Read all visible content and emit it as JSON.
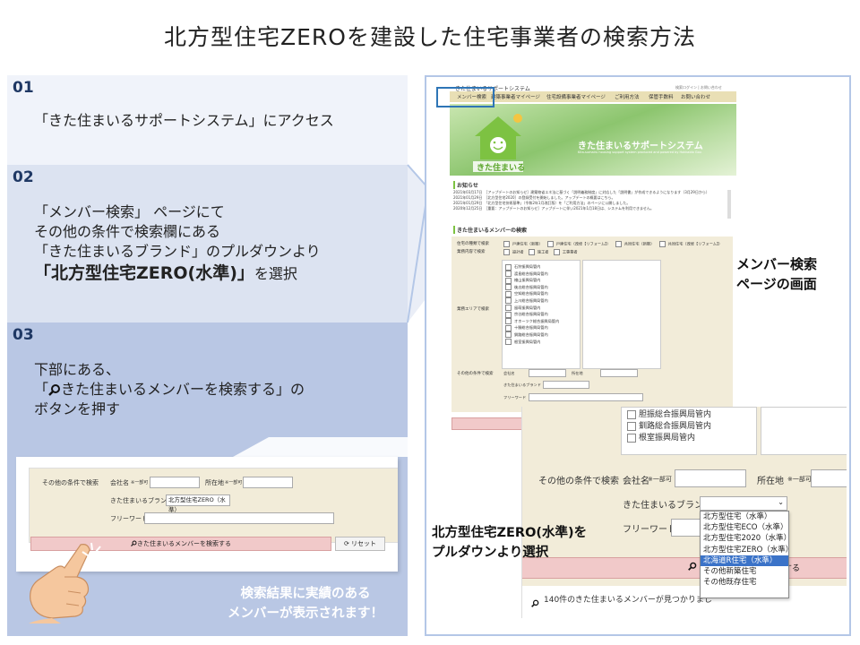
{
  "title": "北方型住宅ZEROを建設した住宅事業者の検索方法",
  "steps": [
    {
      "num": "01",
      "lines": [
        "「きた住まいるサポートシステム」にアクセス"
      ]
    },
    {
      "num": "02",
      "lines": [
        "「メンバー検索」 ページにて",
        "その他の条件で検索欄にある",
        "「きた住まいるブランド」のプルダウンより"
      ],
      "emph": "「北方型住宅ZERO(水準)」",
      "emph_suffix": "を選択"
    },
    {
      "num": "03",
      "lines": [
        "下部にある、",
        "「",
        "きた住まいるメンバーを検索する」の",
        "ボタンを押す"
      ]
    }
  ],
  "site": {
    "header_title": "きた住まいるサポートシステム",
    "header_right": "検索ログイン | お問い合わせ",
    "nav": [
      "メンバー検索",
      "建築事業者マイページ",
      "住宅設備事業者マイページ",
      "ご利用方法",
      "保管手数料",
      "お問い合わせ"
    ],
    "banner_title": "きた住まいるサポートシステム",
    "banner_sub": "Kita-sumairu housing support system produced and powered by Hokkaido Gov.",
    "logo_text": "きた住まいる",
    "news_heading": "お知らせ",
    "news": [
      "2021年03月17日　［アップデートのお知らせ］建築物省エネ法に基づく「説明義務制度」に対応した「説明書」が作成できるようになります（3月29日から）",
      "2021年01月29日　［北方型住宅2020］の登録受付を開始しました。アップデートの概要はこちら。",
      "2021年01月29日　「北方型住宅技術基準」（令和2年1月改訂版）を「ご利用方法」のページに公開しました。",
      "2020年12月25日　［重要：アップデートのお知らせ］アップデートに伴い2021年1月18日は、システムを利用できません。"
    ],
    "search_heading": "きた住まいるメンバーの検索",
    "row1_label": "住宅の種類で検索",
    "row1_opts": [
      "戸建住宅（新築）",
      "戸建住宅（改修【リフォーム】）",
      "共同住宅（新築）",
      "共同住宅（改修【リフォーム】）"
    ],
    "row2_label": "業務内容で検索",
    "row2_opts": [
      "設計者",
      "施工者",
      "工事業者"
    ],
    "row3_label": "業務エリアで検索",
    "regions": [
      "石狩振興局管内",
      "渡島総合振興局管内",
      "檜山振興局管内",
      "後志総合振興局管内",
      "空知総合振興局管内",
      "上川総合振興局管内",
      "留萌振興局管内",
      "宗谷総合振興局管内",
      "オホーツク総合振興局管内",
      "十勝総合振興局管内",
      "釧路総合振興局管内",
      "根室振興局管内"
    ],
    "other_label": "その他の条件で検索",
    "company_label": "会社名",
    "location_label": "所在地",
    "brand_label": "きた住まいるブランド",
    "freeword_label": "フリーワード"
  },
  "zoom": {
    "list_items": [
      "胆振総合振興局管内",
      "釧路総合振興局管内",
      "根室振興局管内"
    ],
    "other_label": "その他の条件で検索",
    "company_label": "会社名",
    "partial_hint": "※一部可",
    "location_label": "所在地",
    "brand_label": "きた住まいるブランド",
    "freeword_label": "フリーワード",
    "dropdown_options": [
      "北方型住宅（水準）",
      "北方型住宅ECO（水準）",
      "北方型住宅2020（水準）",
      "北方型住宅ZERO（水準）",
      "北海道R住宅（水準）",
      "その他新築住宅",
      "その他既存住宅"
    ],
    "search_btn_tail": "する",
    "result_text": "140件のきた住まいるメンバーが見つかりまし"
  },
  "callouts": {
    "page": [
      "メンバー検索",
      "ページの画面"
    ],
    "dropdown": [
      "北方型住宅ZERO(水準)を",
      "プルダウンより選択"
    ]
  },
  "bottom_panel": {
    "other_label": "その他の条件で検索",
    "company_label": "会社名",
    "partial_hint": "※一部可",
    "location_label": "所在地",
    "brand_label": "きた住まいるブランド",
    "brand_selected": "北方型住宅ZERO（水準）",
    "freeword_label": "フリーワード",
    "search_button": "きた住まいるメンバーを検索する",
    "reset_button": "リセット"
  },
  "result_note": [
    "検索結果に実績のある",
    "メンバーが表示されます！"
  ]
}
